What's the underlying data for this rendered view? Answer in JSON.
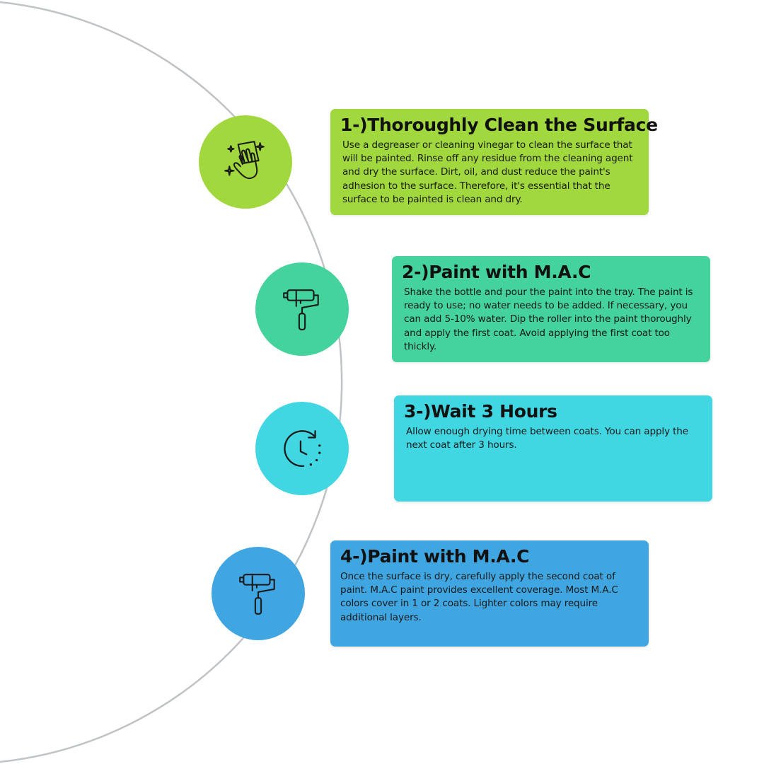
{
  "colors": {
    "line": "#bfc3c6",
    "icon_stroke": "#1a1a1a",
    "text": "#111111"
  },
  "steps": [
    {
      "title": "1-)Thoroughly Clean the Surface",
      "body": "Use a degreaser or cleaning vinegar to clean the surface that will be painted. Rinse off any residue from the cleaning agent and dry the surface. Dirt, oil, and dust reduce the paint's adhesion to the surface. Therefore, it's essential that the surface to be painted is clean and dry.",
      "icon": "cleaning-cloth-hand-icon",
      "color": "#a0d83e"
    },
    {
      "title": "2-)Paint with M.A.C",
      "body": "Shake the bottle and pour the paint into the tray. The paint is ready to use; no water needs to be added. If necessary, you can add 5-10% water. Dip the roller into the paint thoroughly and apply the first coat. Avoid applying the first coat too thickly.",
      "icon": "paint-roller-icon",
      "color": "#44d29d"
    },
    {
      "title": "3-)Wait 3 Hours",
      "body": "Allow enough drying time between coats. You can apply the next coat after 3 hours.",
      "icon": "clock-timer-icon",
      "color": "#40d6e2"
    },
    {
      "title": "4-)Paint with M.A.C",
      "body": "Once the surface is dry, carefully apply the second coat of paint. M.A.C paint provides excellent coverage. Most M.A.C colors cover in 1 or 2 coats. Lighter colors may require additional layers.",
      "icon": "paint-roller-icon",
      "color": "#3fa6e2"
    }
  ]
}
